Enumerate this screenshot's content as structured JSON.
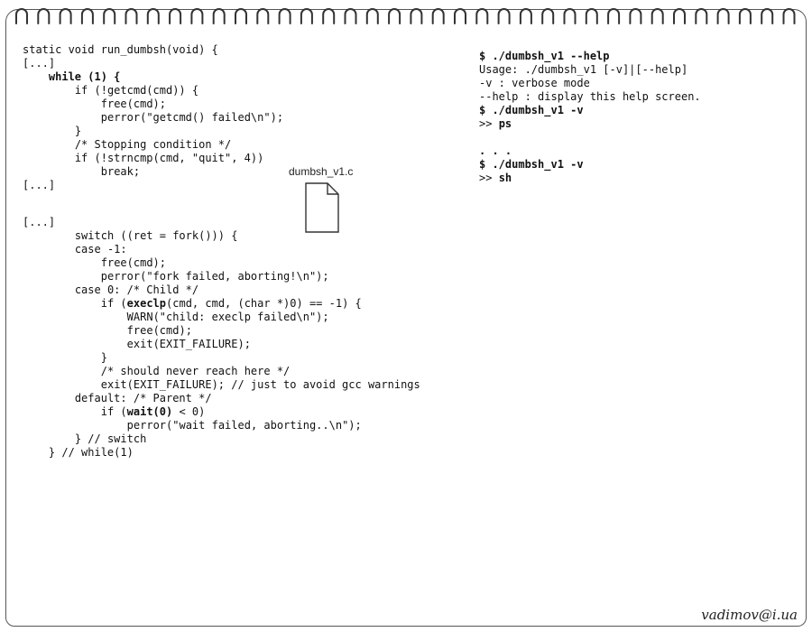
{
  "code_top": [
    {
      "indent": 0,
      "parts": [
        {
          "t": "static void run_dumbsh(void) {",
          "b": false
        }
      ]
    },
    {
      "indent": 0,
      "parts": [
        {
          "t": "[...]",
          "b": false
        }
      ]
    },
    {
      "indent": 4,
      "parts": [
        {
          "t": "while (1) {",
          "b": true
        }
      ]
    },
    {
      "indent": 8,
      "parts": [
        {
          "t": "if (!getcmd(cmd)) {",
          "b": false
        }
      ]
    },
    {
      "indent": 12,
      "parts": [
        {
          "t": "free(cmd);",
          "b": false
        }
      ]
    },
    {
      "indent": 12,
      "parts": [
        {
          "t": "perror(\"getcmd() failed\\n\");",
          "b": false
        }
      ]
    },
    {
      "indent": 8,
      "parts": [
        {
          "t": "}",
          "b": false
        }
      ]
    },
    {
      "indent": 8,
      "parts": [
        {
          "t": "/* Stopping condition */",
          "b": false
        }
      ]
    },
    {
      "indent": 8,
      "parts": [
        {
          "t": "if (!strncmp(cmd, \"quit\", 4))",
          "b": false
        }
      ]
    },
    {
      "indent": 12,
      "parts": [
        {
          "t": "break;",
          "b": false
        }
      ]
    },
    {
      "indent": 0,
      "parts": [
        {
          "t": "[...]",
          "b": false
        }
      ]
    }
  ],
  "code_bottom": [
    {
      "indent": 0,
      "parts": [
        {
          "t": "[...]",
          "b": false
        }
      ]
    },
    {
      "indent": 8,
      "parts": [
        {
          "t": "switch ((ret = fork())) {",
          "b": false
        }
      ]
    },
    {
      "indent": 8,
      "parts": [
        {
          "t": "case -1:",
          "b": false
        }
      ]
    },
    {
      "indent": 12,
      "parts": [
        {
          "t": "free(cmd);",
          "b": false
        }
      ]
    },
    {
      "indent": 12,
      "parts": [
        {
          "t": "perror(\"fork failed, aborting!\\n\");",
          "b": false
        }
      ]
    },
    {
      "indent": 8,
      "parts": [
        {
          "t": "case 0: /* Child */",
          "b": false
        }
      ]
    },
    {
      "indent": 12,
      "parts": [
        {
          "t": "if (",
          "b": false
        },
        {
          "t": "execlp",
          "b": true
        },
        {
          "t": "(cmd, cmd, (char *)0) == -1) {",
          "b": false
        }
      ]
    },
    {
      "indent": 16,
      "parts": [
        {
          "t": "WARN(\"child: execlp failed\\n\");",
          "b": false
        }
      ]
    },
    {
      "indent": 16,
      "parts": [
        {
          "t": "free(cmd);",
          "b": false
        }
      ]
    },
    {
      "indent": 16,
      "parts": [
        {
          "t": "exit(EXIT_FAILURE);",
          "b": false
        }
      ]
    },
    {
      "indent": 12,
      "parts": [
        {
          "t": "}",
          "b": false
        }
      ]
    },
    {
      "indent": 12,
      "parts": [
        {
          "t": "/* should never reach here */",
          "b": false
        }
      ]
    },
    {
      "indent": 12,
      "parts": [
        {
          "t": "exit(EXIT_FAILURE); // just to avoid gcc warnings",
          "b": false
        }
      ]
    },
    {
      "indent": 8,
      "parts": [
        {
          "t": "default: /* Parent */",
          "b": false
        }
      ]
    },
    {
      "indent": 12,
      "parts": [
        {
          "t": "if (",
          "b": false
        },
        {
          "t": "wait(0)",
          "b": true
        },
        {
          "t": " < 0)",
          "b": false
        }
      ]
    },
    {
      "indent": 16,
      "parts": [
        {
          "t": "perror(\"wait failed, aborting..\\n\");",
          "b": false
        }
      ]
    },
    {
      "indent": 8,
      "parts": [
        {
          "t": "} // switch",
          "b": false
        }
      ]
    },
    {
      "indent": 4,
      "parts": [
        {
          "t": "} // while(1)",
          "b": false
        }
      ]
    }
  ],
  "terminal": [
    {
      "parts": [
        {
          "t": "$ ./dumbsh_v1 --help",
          "b": true
        }
      ]
    },
    {
      "parts": [
        {
          "t": "Usage: ./dumbsh_v1 [-v]|[--help]",
          "b": false
        }
      ]
    },
    {
      "parts": [
        {
          "t": "-v : verbose mode",
          "b": false
        }
      ]
    },
    {
      "parts": [
        {
          "t": "--help : display this help screen.",
          "b": false
        }
      ]
    },
    {
      "parts": [
        {
          "t": "$ ./dumbsh_v1 -v",
          "b": true
        }
      ]
    },
    {
      "parts": [
        {
          "t": ">> ",
          "b": false
        },
        {
          "t": "ps",
          "b": true
        }
      ]
    },
    {
      "parts": [
        {
          "t": "",
          "b": false
        }
      ]
    },
    {
      "parts": [
        {
          "t": ". . .",
          "b": true
        }
      ]
    },
    {
      "parts": [
        {
          "t": "$ ./dumbsh_v1 -v",
          "b": true
        }
      ]
    },
    {
      "parts": [
        {
          "t": ">> ",
          "b": false
        },
        {
          "t": "sh",
          "b": true
        }
      ]
    }
  ],
  "file": {
    "name": "dumbsh_v1.c",
    "icon": "file-icon"
  },
  "signature": "vadimov@i.ua"
}
